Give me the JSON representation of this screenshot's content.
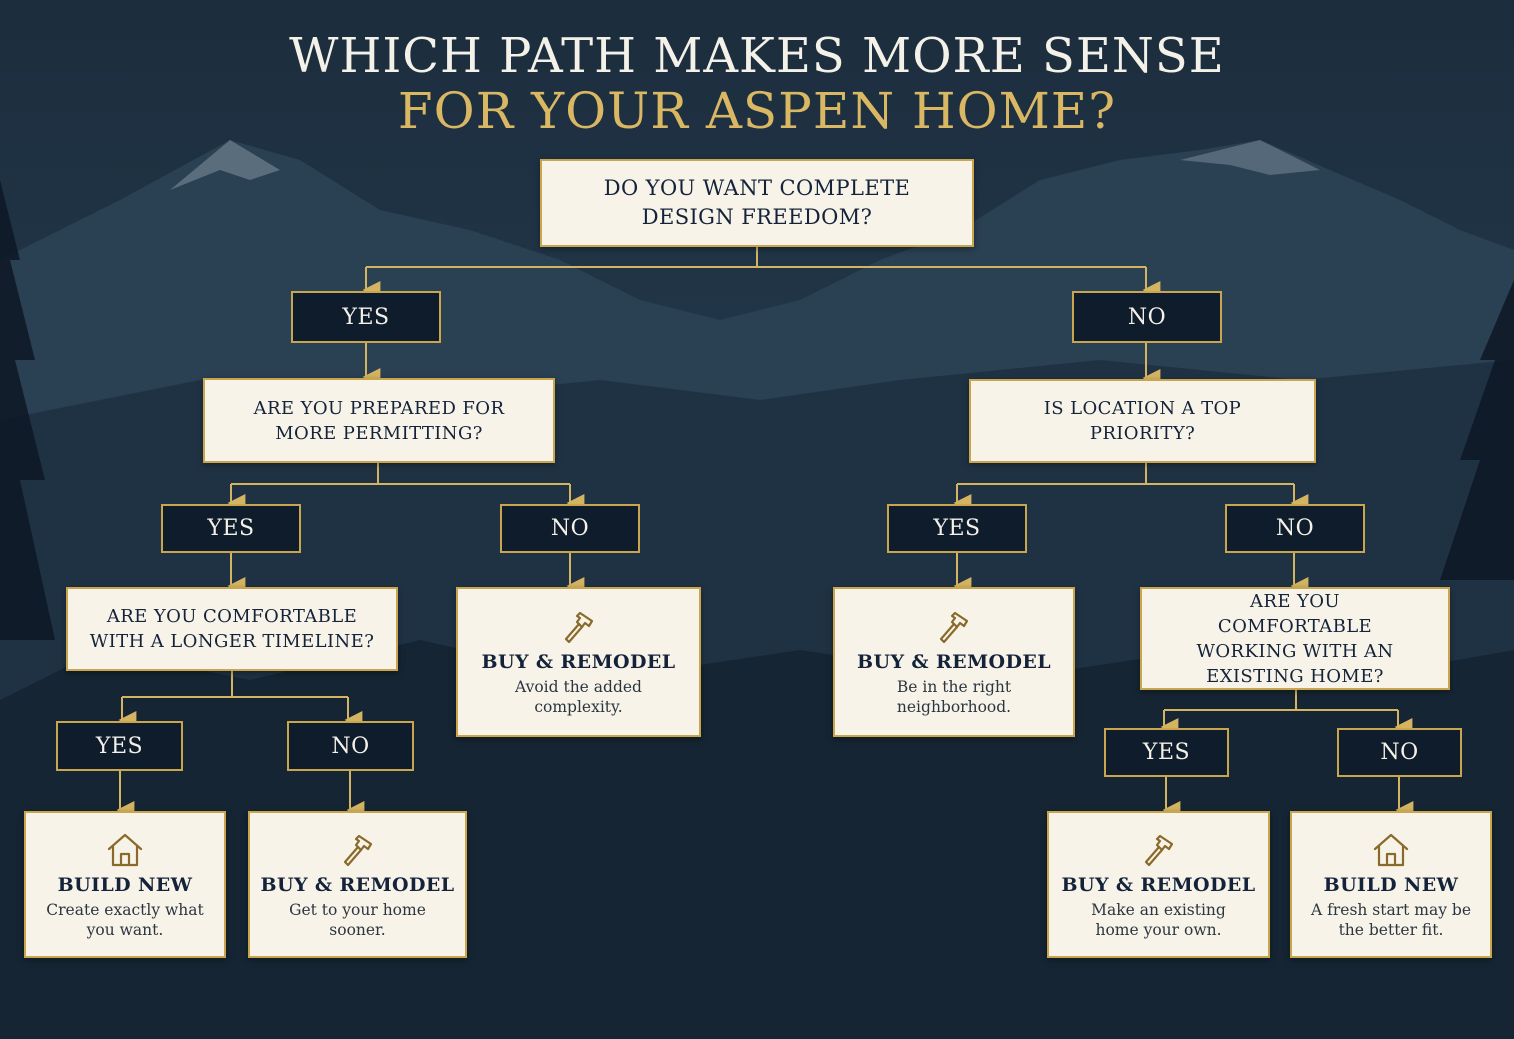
{
  "header": {
    "title_line1": "WHICH PATH MAKES MORE SENSE",
    "title_line2": "FOR YOUR ASPEN HOME?"
  },
  "colors": {
    "accent_gold": "#c9a54e",
    "title_gold": "#d9b763",
    "navy": "#0f1c2c",
    "cream": "#f7f3e8"
  },
  "flowchart": {
    "root_question": "DO YOU WANT COMPLETE DESIGN FREEDOM?",
    "yes_label": "YES",
    "no_label": "NO",
    "left": {
      "question": "ARE YOU PREPARED FOR MORE PERMITTING?",
      "yes_label": "YES",
      "no_label": "NO",
      "yes": {
        "question": "ARE YOU COMFORTABLE WITH A LONGER TIMELINE?",
        "yes_label": "YES",
        "no_label": "NO",
        "yes_result": {
          "icon": "house-icon",
          "title": "BUILD NEW",
          "desc": "Create exactly what you want."
        },
        "no_result": {
          "icon": "hammer-icon",
          "title": "BUY & REMODEL",
          "desc": "Get to your home sooner."
        }
      },
      "no_result": {
        "icon": "hammer-icon",
        "title": "BUY & REMODEL",
        "desc": "Avoid the added complexity."
      }
    },
    "right": {
      "question": "IS LOCATION A TOP PRIORITY?",
      "yes_label": "YES",
      "no_label": "NO",
      "yes_result": {
        "icon": "hammer-icon",
        "title": "BUY & REMODEL",
        "desc": "Be in the right neighborhood."
      },
      "no": {
        "question": "ARE YOU COMFORTABLE WORKING WITH AN EXISTING HOME?",
        "yes_label": "YES",
        "no_label": "NO",
        "yes_result": {
          "icon": "hammer-icon",
          "title": "BUY & REMODEL",
          "desc": "Make an existing home your own."
        },
        "no_result": {
          "icon": "house-icon",
          "title": "BUILD NEW",
          "desc": "A fresh start may be the better fit."
        }
      }
    }
  }
}
